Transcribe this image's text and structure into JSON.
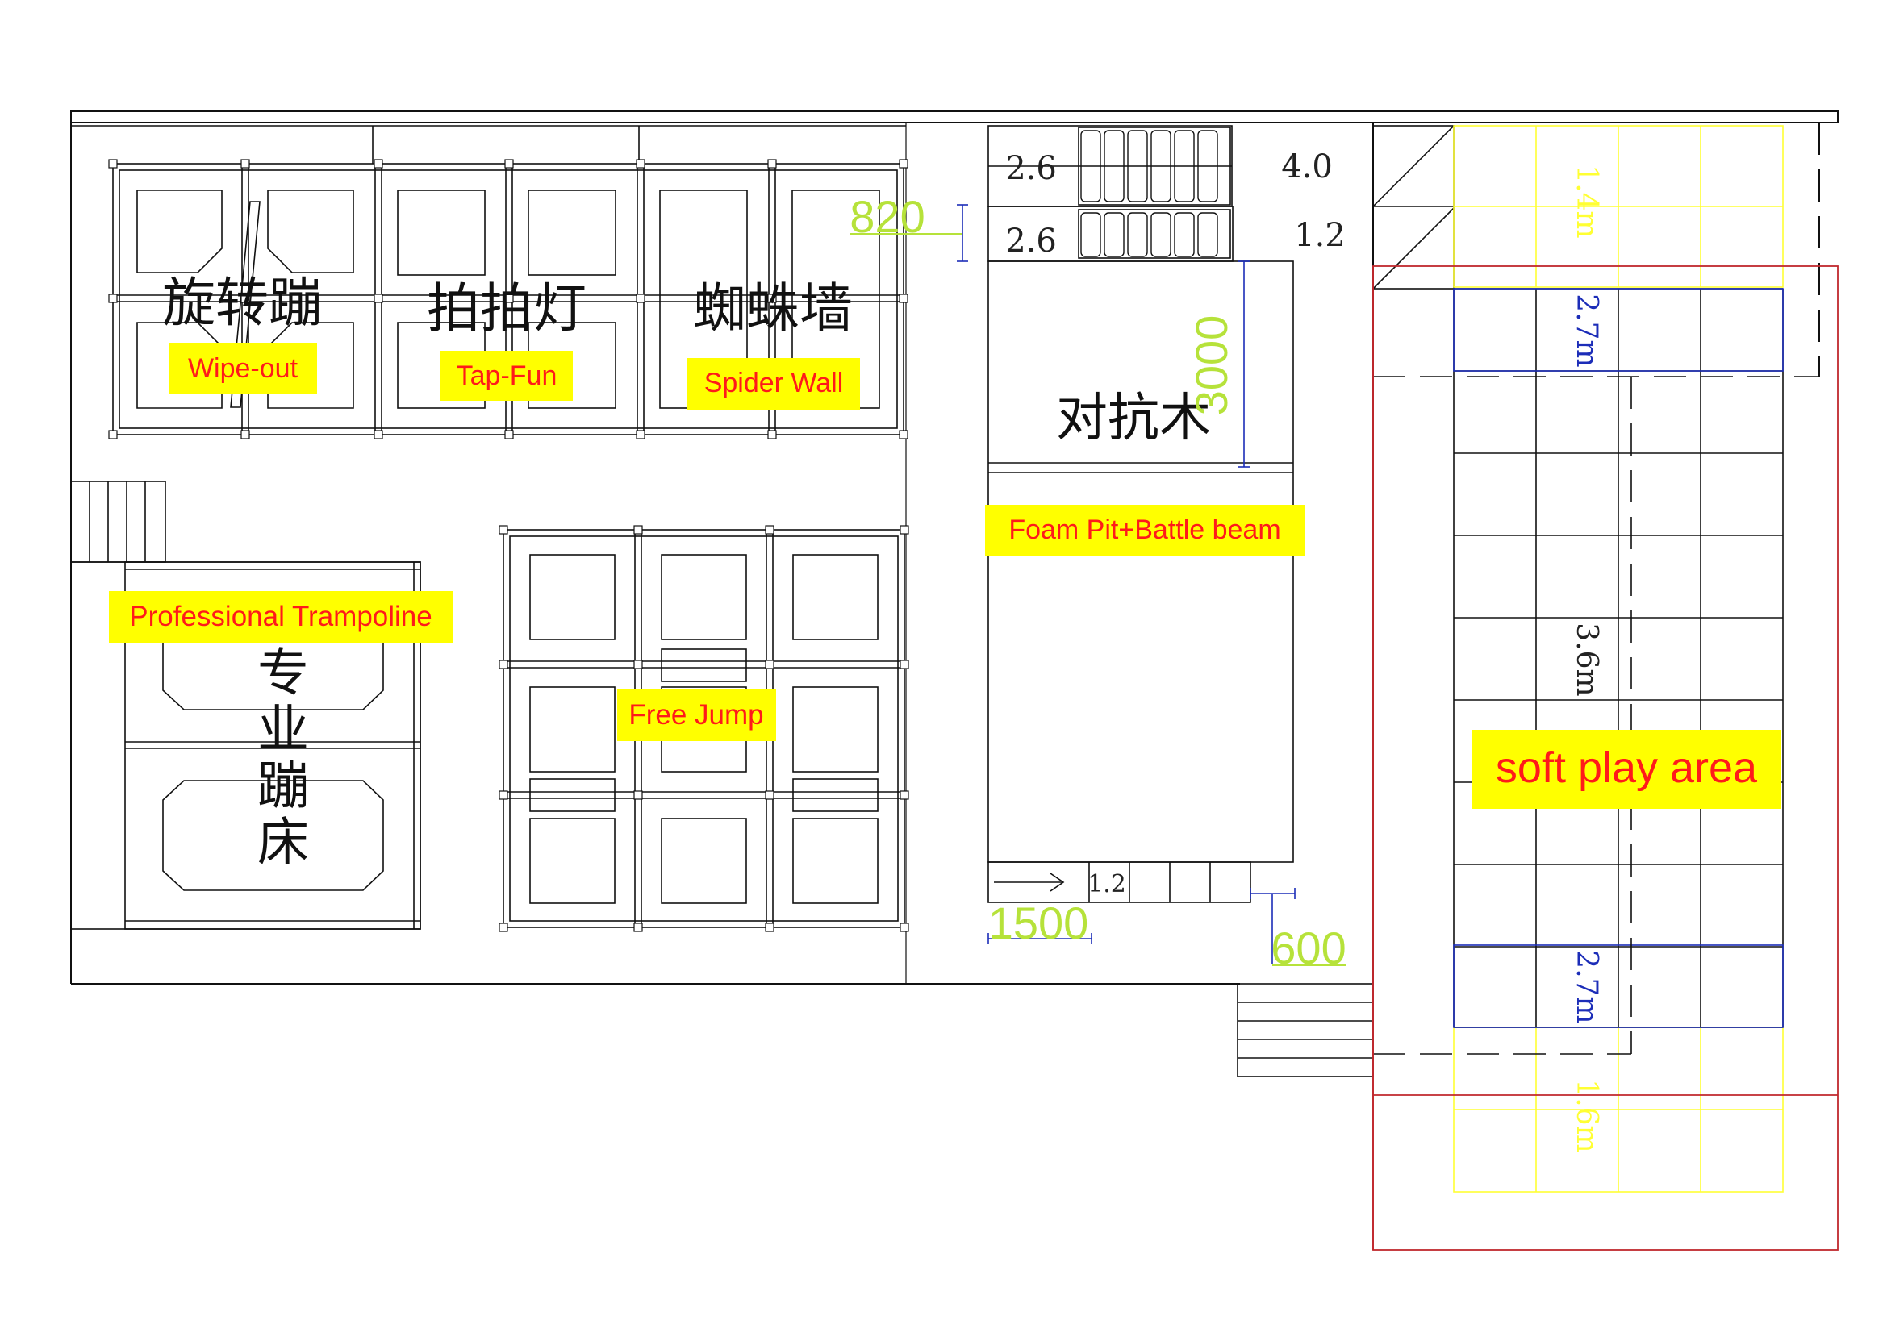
{
  "colors": {
    "line": "#111111",
    "label_bg": "#ffff00",
    "label_text": "#ff1a1a",
    "dimension": "#b6e23a",
    "dimension_line": "#1c2db8",
    "area_boundary": "#c0282d",
    "yellow_grid": "#ffff33"
  },
  "zones": {
    "wipeout": {
      "cn": "旋转蹦",
      "en": "Wipe-out"
    },
    "tapfun": {
      "cn": "拍拍灯",
      "en": "Tap-Fun"
    },
    "spider": {
      "cn": "蜘蛛墙",
      "en": "Spider Wall"
    },
    "battle": {
      "cn": "对抗木",
      "en": "Foam Pit+Battle beam"
    },
    "pro": {
      "cn": "专业蹦床",
      "en": "Professional Trampoline"
    },
    "free": {
      "en": "Free Jump"
    },
    "soft": {
      "en": "soft play area"
    }
  },
  "dimensions": {
    "d820": "820",
    "d3000": "3000",
    "d1500": "1500",
    "d600": "600",
    "row1_left": "2.6",
    "row2_left": "2.6",
    "row1_right": "4.0",
    "row2_right": "1.2",
    "bottom_step": "1.2",
    "soft_top_yellow": "1.4m",
    "soft_top_blue": "2.7m",
    "soft_mid": "3.6m",
    "soft_bottom_blue": "2.7m",
    "soft_bottom_yellow": "1.6m"
  }
}
